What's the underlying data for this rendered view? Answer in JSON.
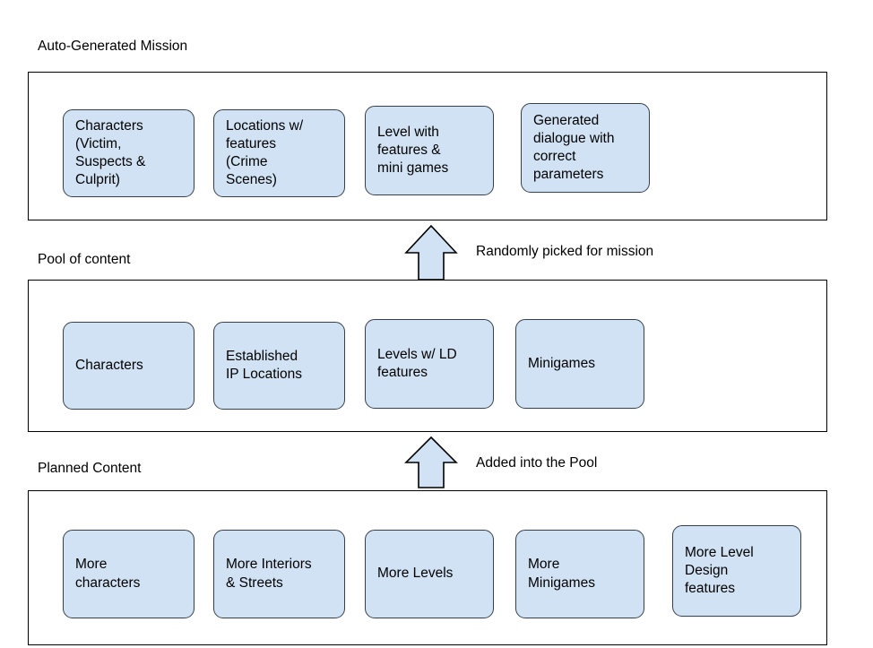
{
  "diagram": {
    "title_visible": false,
    "colors": {
      "node_fill": "#d0e2f3",
      "node_stroke": "#36404a",
      "container_stroke": "#000000",
      "arrow_fill": "#d0e2f3",
      "arrow_stroke": "#000000",
      "text": "#000000",
      "background": "#ffffff"
    },
    "sections": [
      {
        "id": "auto-generated-mission",
        "label": "Auto-Generated Mission",
        "nodes": [
          {
            "id": "characters-victim-suspects-culprit",
            "label": "Characters\n(Victim,\nSuspects &\nCulprit)"
          },
          {
            "id": "locations-with-features",
            "label": "Locations w/\nfeatures\n(Crime\nScenes)"
          },
          {
            "id": "level-with-features-minigames",
            "label": "Level with\nfeatures &\nmini games"
          },
          {
            "id": "generated-dialogue",
            "label": "Generated\ndialogue with\ncorrect\nparameters"
          }
        ]
      },
      {
        "id": "pool-of-content",
        "label": "Pool of content",
        "nodes": [
          {
            "id": "characters",
            "label": "Characters"
          },
          {
            "id": "established-ip-locations",
            "label": "Established\nIP Locations"
          },
          {
            "id": "levels-with-ld-features",
            "label": "Levels w/ LD\nfeatures"
          },
          {
            "id": "minigames",
            "label": "Minigames"
          }
        ]
      },
      {
        "id": "planned-content",
        "label": "Planned Content",
        "nodes": [
          {
            "id": "more-characters",
            "label": "More\ncharacters"
          },
          {
            "id": "more-interiors-streets",
            "label": "More Interiors\n& Streets"
          },
          {
            "id": "more-levels",
            "label": "More Levels"
          },
          {
            "id": "more-minigames",
            "label": "More\nMinigames"
          },
          {
            "id": "more-level-design-features",
            "label": "More Level\nDesign\nfeatures"
          }
        ]
      }
    ],
    "flows": [
      {
        "id": "randomly-picked-for-mission",
        "label": "Randomly picked for mission",
        "direction": "up",
        "from": "pool-of-content",
        "to": "auto-generated-mission"
      },
      {
        "id": "added-into-the-pool",
        "label": "Added into the Pool",
        "direction": "up",
        "from": "planned-content",
        "to": "pool-of-content"
      }
    ]
  }
}
